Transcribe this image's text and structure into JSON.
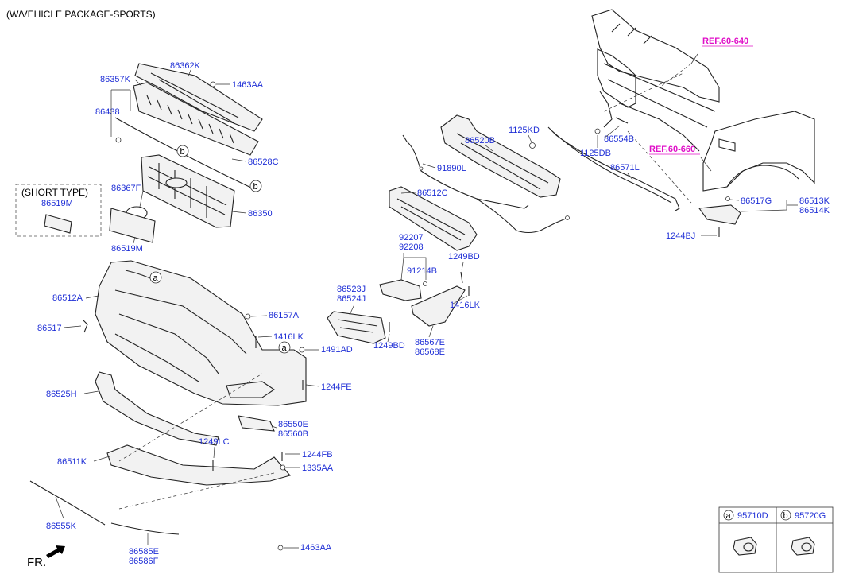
{
  "header": {
    "title": "(W/VEHICLE PACKAGE-SPORTS)"
  },
  "refs": {
    "ref1": "REF.60-640",
    "ref2": "REF.60-660"
  },
  "short_type": {
    "title": "(SHORT TYPE)",
    "part": "86519M"
  },
  "labels": {
    "p86362K": "86362K",
    "p86357K": "86357K",
    "p1463AA_top": "1463AA",
    "p86438": "86438",
    "p86528C": "86528C",
    "p86367F": "86367F",
    "p86350": "86350",
    "p86519M": "86519M",
    "p86512A": "86512A",
    "p86517_left": "86517",
    "p86157A": "86157A",
    "p1416LK_mid": "1416LK",
    "p1491AD": "1491AD",
    "p1244FE": "1244FE",
    "p86525H": "86525H",
    "p86550E": "86550E",
    "p86560B": "86560B",
    "p1249LC": "1249LC",
    "p1244FB": "1244FB",
    "p1335AA": "1335AA",
    "p86511K": "86511K",
    "p86555K": "86555K",
    "p86585E": "86585E",
    "p86586F": "86586F",
    "p1463AA_bot": "1463AA",
    "p86520B": "86520B",
    "p1125KD": "1125KD",
    "p86554B": "86554B",
    "p1125DB": "1125DB",
    "p91890L": "91890L",
    "p86512C": "86512C",
    "p86571L": "86571L",
    "p86517G": "86517G",
    "p86513K": "86513K",
    "p86514K": "86514K",
    "p1244BJ": "1244BJ",
    "p92207": "92207",
    "p92208": "92208",
    "p91214B": "91214B",
    "p1249BD_top": "1249BD",
    "p86523J": "86523J",
    "p86524J": "86524J",
    "p1416LK_right": "1416LK",
    "p1249BD_bot": "1249BD",
    "p86567E": "86567E",
    "p86568E": "86568E"
  },
  "callouts": {
    "a": "a",
    "b": "b"
  },
  "legend": {
    "a_key": "a",
    "a_part": "95710D",
    "b_key": "b",
    "b_part": "95720G"
  },
  "footer": {
    "direction": "FR."
  },
  "colors": {
    "label": "#1f2fd6",
    "ref": "#e010c8",
    "line": "#222222"
  }
}
